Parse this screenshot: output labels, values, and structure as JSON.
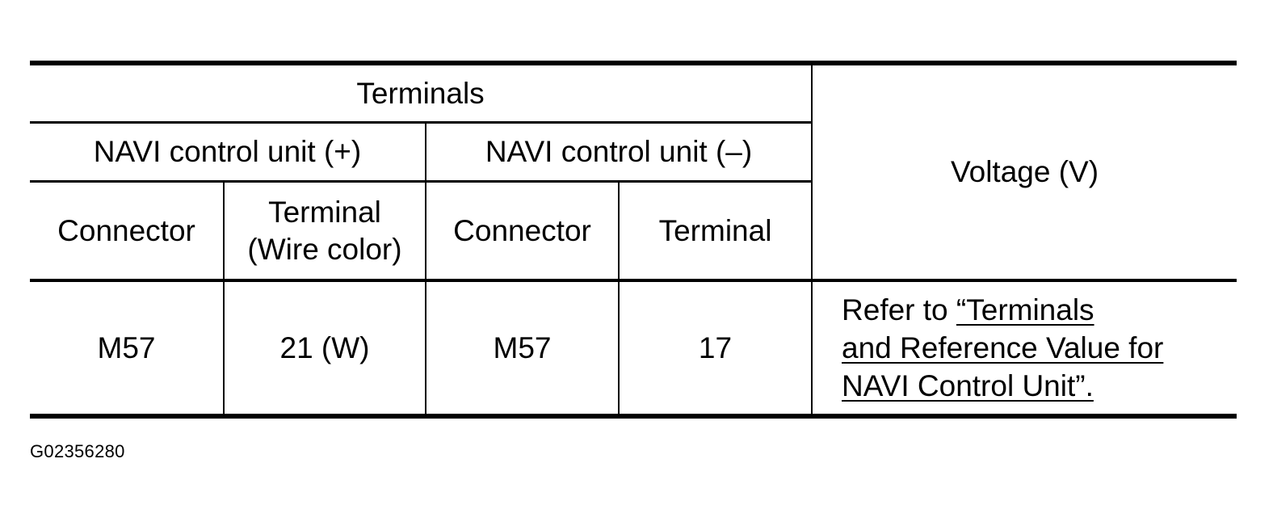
{
  "table": {
    "header": {
      "terminals": "Terminals",
      "voltage": "Voltage (V)",
      "plus_group": "NAVI control unit (+)",
      "minus_group": "NAVI control unit (–)",
      "connector_plus": "Connector",
      "terminal_plus_line1": "Terminal",
      "terminal_plus_line2": "(Wire color)",
      "connector_minus": "Connector",
      "terminal_minus": "Terminal"
    },
    "rows": [
      {
        "connector_plus": "M57",
        "terminal_plus": "21 (W)",
        "connector_minus": "M57",
        "terminal_minus": "17",
        "voltage_prefix": "Refer to",
        "voltage_link_line1": "“Terminals",
        "voltage_link_line2": "and Reference Value for",
        "voltage_link_line3": "NAVI Control Unit”."
      }
    ]
  },
  "figure_id": "G02356280"
}
